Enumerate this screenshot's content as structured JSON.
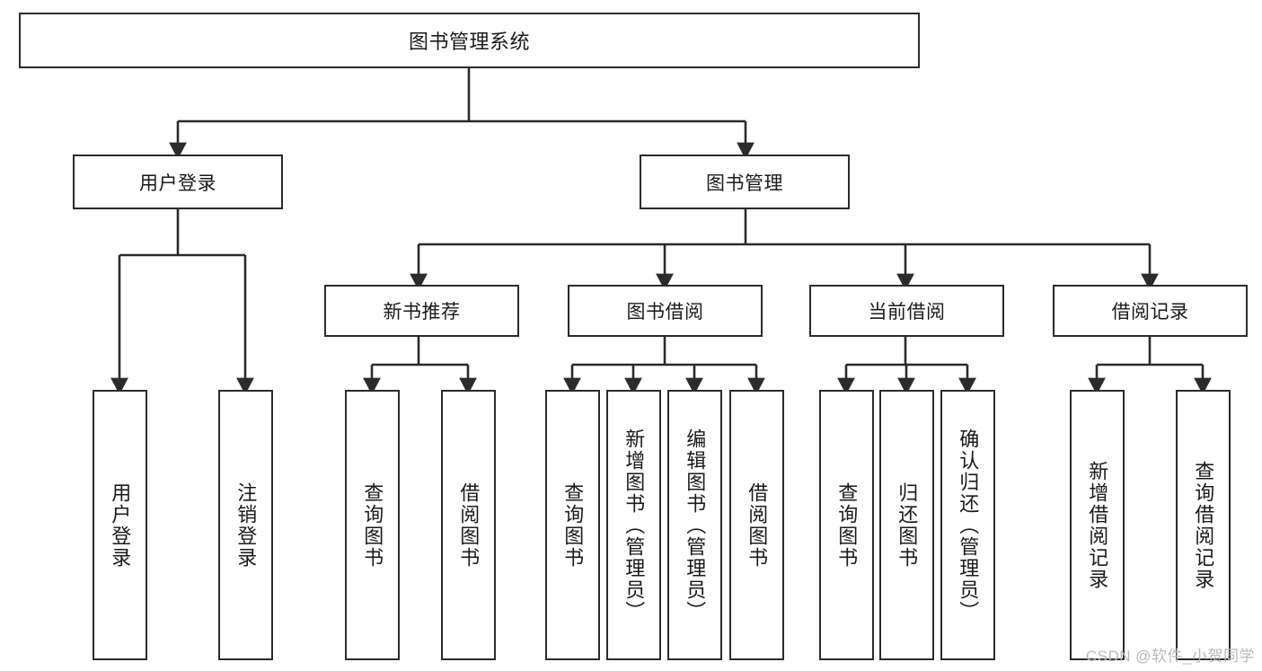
{
  "diagram": {
    "type": "tree-flowchart",
    "title": "图书管理系统",
    "watermark": "CSDN @软件_小贺同学",
    "colors": {
      "border": "#2b2b2b",
      "background": "#ffffff",
      "text": "#1a1a1a",
      "edge": "#2b2b2b",
      "watermark": "#b9b9b9"
    },
    "nodes": {
      "root": {
        "label": "图书管理系统",
        "level": 1,
        "orientation": "horizontal"
      },
      "l2": [
        {
          "id": "user-login",
          "label": "用户登录",
          "orientation": "horizontal"
        },
        {
          "id": "book-manage",
          "label": "图书管理",
          "orientation": "horizontal"
        }
      ],
      "l3": [
        {
          "id": "new-book-recommend",
          "label": "新书推荐",
          "orientation": "horizontal"
        },
        {
          "id": "book-borrow",
          "label": "图书借阅",
          "orientation": "horizontal"
        },
        {
          "id": "current-borrow",
          "label": "当前借阅",
          "orientation": "horizontal"
        },
        {
          "id": "borrow-record",
          "label": "借阅记录",
          "orientation": "horizontal"
        }
      ],
      "leaves": {
        "user-login": [
          {
            "id": "leaf-user-login",
            "label": "用户登录",
            "orientation": "vertical"
          },
          {
            "id": "leaf-logout-login",
            "label": "注销登录",
            "orientation": "vertical"
          }
        ],
        "new-book-recommend": [
          {
            "id": "leaf-query-book-1",
            "label": "查询图书",
            "orientation": "vertical"
          },
          {
            "id": "leaf-borrow-book-1",
            "label": "借阅图书",
            "orientation": "vertical"
          }
        ],
        "book-borrow": [
          {
            "id": "leaf-query-book-2",
            "label": "查询图书",
            "orientation": "vertical"
          },
          {
            "id": "leaf-add-book",
            "label": "新增图书（管理员）",
            "orientation": "vertical"
          },
          {
            "id": "leaf-edit-book",
            "label": "编辑图书（管理员）",
            "orientation": "vertical"
          },
          {
            "id": "leaf-borrow-book-2",
            "label": "借阅图书",
            "orientation": "vertical"
          }
        ],
        "current-borrow": [
          {
            "id": "leaf-query-book-3",
            "label": "查询图书",
            "orientation": "vertical"
          },
          {
            "id": "leaf-return-book",
            "label": "归还图书",
            "orientation": "vertical"
          },
          {
            "id": "leaf-confirm-return",
            "label": "确认归还（管理员）",
            "orientation": "vertical"
          }
        ],
        "borrow-record": [
          {
            "id": "leaf-add-record",
            "label": "新增借阅记录",
            "orientation": "vertical"
          },
          {
            "id": "leaf-query-record",
            "label": "查询借阅记录",
            "orientation": "vertical"
          }
        ]
      }
    }
  }
}
